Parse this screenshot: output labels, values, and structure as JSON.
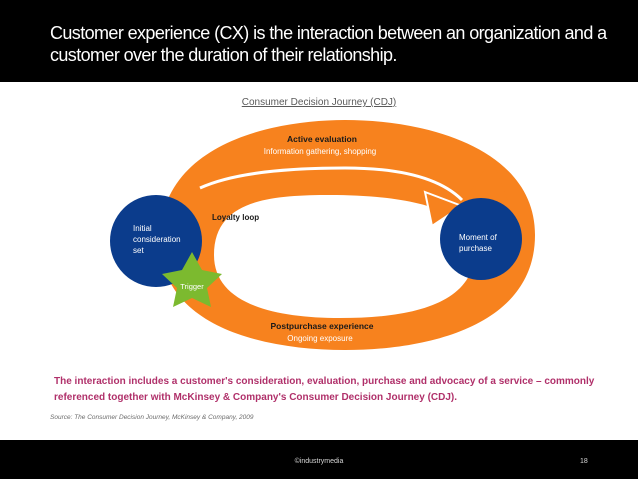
{
  "header": {
    "title": "Customer experience (CX) is the interaction between an organization and a customer over the duration of their relationship."
  },
  "diagram": {
    "title": "Consumer Decision Journey (CDJ)",
    "active_evaluation": {
      "title": "Active evaluation",
      "subtitle": "Information gathering, shopping"
    },
    "loyalty_loop": "Loyalty loop",
    "initial_consideration": [
      "Initial",
      "consideration",
      "set"
    ],
    "moment_of_purchase": [
      "Moment of",
      "purchase"
    ],
    "trigger": "Trigger",
    "postpurchase": {
      "title": "Postpurchase experience",
      "subtitle": "Ongoing exposure"
    },
    "colors": {
      "orange": "#f7821e",
      "blue": "#0b3c8c",
      "star": "#7cba2f"
    }
  },
  "caption": "The interaction includes a customer's consideration, evaluation, purchase and advocacy of a service – commonly referenced together with McKinsey & Company's Consumer Decision Journey (CDJ).",
  "source": "Source: The Consumer Decision Journey, McKinsey & Company, 2009",
  "footer": {
    "credit": "©industrymedia",
    "page": "18"
  }
}
